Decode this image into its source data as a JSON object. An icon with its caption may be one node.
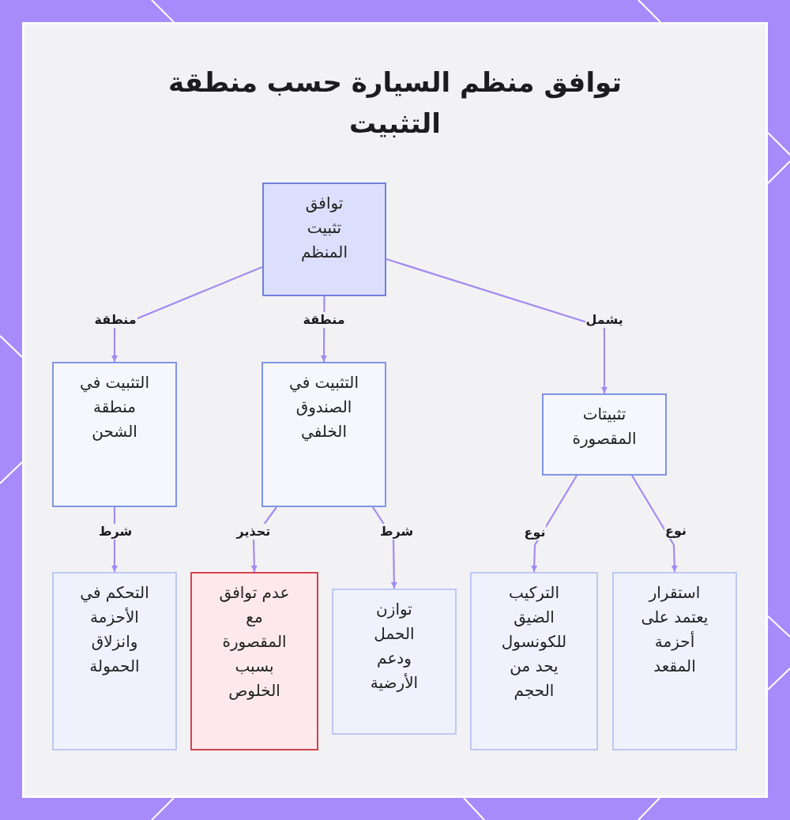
{
  "diagram": {
    "title": "توافق منظم السيارة حسب منطقة التثبيت",
    "nodes": [
      {
        "text": [
          "توافق تثبيت المنظم"
        ]
      },
      {
        "text": [
          "التثبيت في منطقة الشحن"
        ]
      },
      {
        "text": [
          "التثبيت في الصندوق الخلفي"
        ]
      },
      {
        "text": [
          "تثبيتات المقصورة"
        ]
      },
      {
        "text": [
          "التحكم في الأحزمة وانزلاق الحمولة"
        ]
      },
      {
        "text": [
          "عدم توافق مع المقصورة بسبب الخلوص"
        ]
      },
      {
        "text": [
          "توازن الحمل ودعم الأرضية"
        ]
      },
      {
        "text": [
          "التركيب الضيق للكونسول يحد من الحجم"
        ]
      },
      {
        "text": [
          "استقرار يعتمد على أحزمة المقعد"
        ]
      }
    ],
    "edges": [
      {
        "from": 0,
        "to": 1,
        "arrow": "to",
        "label": "منطقة"
      },
      {
        "from": 0,
        "to": 2,
        "arrow": "to",
        "label": "منطقة"
      },
      {
        "from": 0,
        "to": 3,
        "arrow": "to",
        "label": "يشمل"
      },
      {
        "from": 1,
        "to": 4,
        "arrow": "to",
        "label": "شرط"
      },
      {
        "from": 2,
        "to": 5,
        "arrow": "to",
        "label": "تحذير"
      },
      {
        "from": 2,
        "to": 6,
        "arrow": "to",
        "label": "شرط"
      },
      {
        "from": 3,
        "to": 7,
        "arrow": "to",
        "label": "نوع"
      },
      {
        "from": 3,
        "to": 8,
        "arrow": "to",
        "label": "نوع"
      }
    ]
  }
}
